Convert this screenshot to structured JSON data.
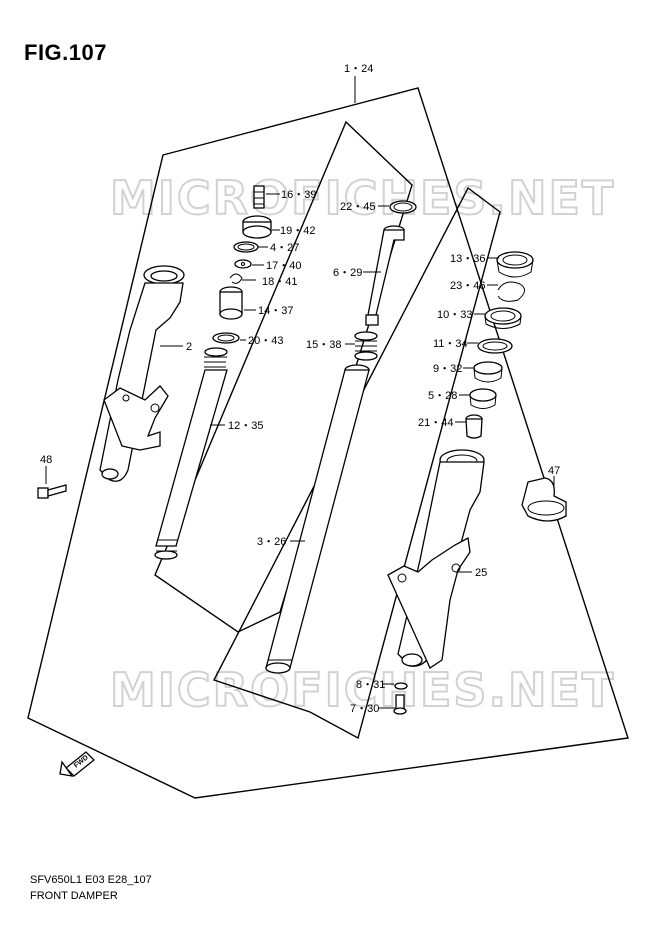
{
  "figure": {
    "title": "FIG.107"
  },
  "watermark": "MICROFICHES.NET",
  "callouts": [
    {
      "id": "c-1-24",
      "label": "1・24"
    },
    {
      "id": "c-16-39",
      "label": "16・39"
    },
    {
      "id": "c-19-42",
      "label": "19・42"
    },
    {
      "id": "c-4-27",
      "label": "4・27"
    },
    {
      "id": "c-17-40",
      "label": "17・40"
    },
    {
      "id": "c-18-41",
      "label": "18・41"
    },
    {
      "id": "c-14-37",
      "label": "14・37"
    },
    {
      "id": "c-20-43",
      "label": "20・43"
    },
    {
      "id": "c-2",
      "label": "2"
    },
    {
      "id": "c-12-35",
      "label": "12・35"
    },
    {
      "id": "c-48",
      "label": "48"
    },
    {
      "id": "c-22-45",
      "label": "22・45"
    },
    {
      "id": "c-6-29",
      "label": "6・29"
    },
    {
      "id": "c-15-38",
      "label": "15・38"
    },
    {
      "id": "c-3-26",
      "label": "3・26"
    },
    {
      "id": "c-13-36",
      "label": "13・36"
    },
    {
      "id": "c-23-46",
      "label": "23・46"
    },
    {
      "id": "c-10-33",
      "label": "10・33"
    },
    {
      "id": "c-11-34",
      "label": "11・34"
    },
    {
      "id": "c-9-32",
      "label": "9・32"
    },
    {
      "id": "c-5-28",
      "label": "5・28"
    },
    {
      "id": "c-21-44",
      "label": "21・44"
    },
    {
      "id": "c-47",
      "label": "47"
    },
    {
      "id": "c-25",
      "label": "25"
    },
    {
      "id": "c-8-31",
      "label": "8・31"
    },
    {
      "id": "c-7-30",
      "label": "7・30"
    }
  ],
  "fwd_label": "FWD",
  "footer": {
    "code": "SFV650L1 E03 E28_107",
    "caption": "FRONT DAMPER"
  }
}
